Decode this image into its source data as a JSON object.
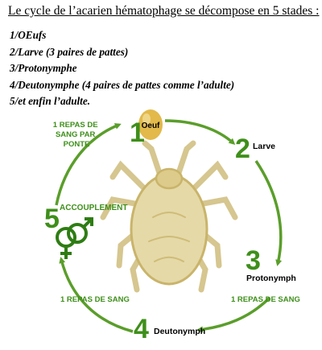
{
  "title": "Le cycle de l’acarien hématophage se décompose en 5 stades :",
  "stages": [
    "1/OEufs",
    "2/Larve (3 paires de pattes)",
    "3/Protonymphe",
    "4/Deutonymphe (4 paires de pattes comme l’adulte)",
    "5/et enfin l’adulte."
  ],
  "diagram": {
    "nodes": [
      {
        "number": "1",
        "label": "Oeuf"
      },
      {
        "number": "2",
        "label": "Larve"
      },
      {
        "number": "3",
        "label": "Protonymph"
      },
      {
        "number": "4",
        "label": "Deutonymph"
      },
      {
        "number": "5",
        "label": "ACCOUPLEMENT"
      }
    ],
    "meal_ponte": [
      "1 REPAS DE",
      "SANG PAR",
      "PONTE"
    ],
    "meal_right": "1 REPAS DE SANG",
    "meal_left": "1 REPAS DE SANG",
    "colors": {
      "green": "#3e8f1a",
      "arrow": "#5a9e2a",
      "mite": "#c9b46a",
      "egg": "#e2b94a"
    },
    "icons": [
      "mite-illustration",
      "egg-icon",
      "male-female-symbol-icon"
    ]
  }
}
